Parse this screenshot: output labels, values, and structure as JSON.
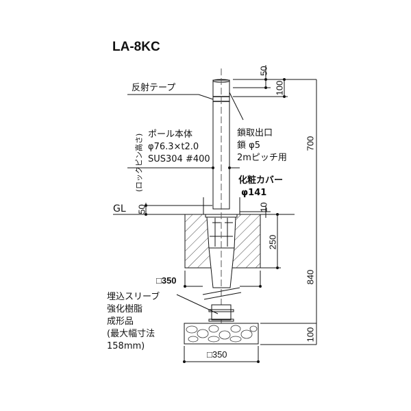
{
  "title": "LA-8KC",
  "labels": {
    "reflective_tape": "反射テープ",
    "pole_body": [
      "ポール本体",
      "φ76.3×t2.0",
      "SUS304 #400"
    ],
    "chain_outlet": [
      "鎖取出口",
      "鎖 φ5",
      "2mピッチ用"
    ],
    "cosmetic_cover": [
      "化粧カバー",
      "φ141"
    ],
    "lock_pin_height": "(ロックピン高さ)",
    "gl": "GL",
    "sleeve": [
      "埋込スリーブ",
      "強化樹脂",
      "成形品",
      "(最大幅寸法",
      " 158mm)"
    ]
  },
  "dimensions": {
    "top_offset": "50",
    "chain_offset": "100",
    "above_ground": "700",
    "lock_pin": "50",
    "cover_gap": "10",
    "sleeve_depth": "250",
    "below_ground": "840",
    "base_thickness": "100",
    "foundation_square": "□350",
    "base_square": "□350"
  }
}
